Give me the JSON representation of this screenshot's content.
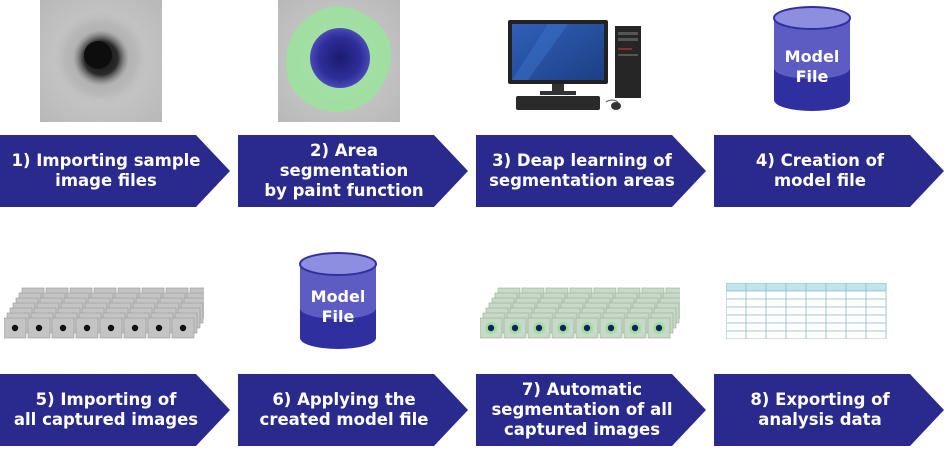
{
  "colors": {
    "arrow_fill": "#2a2a8c",
    "arrow_text": "#ffffff",
    "cylinder_fill": "#2f2fa0",
    "cylinder_top": "#8e8ee0",
    "table_header": "#bfe6ef",
    "table_grid": "#8fb7c3",
    "paint_overlay": "#9be39b"
  },
  "steps": [
    {
      "label": "1) Importing sample\nimage files",
      "icon": "microscope-image"
    },
    {
      "label": "2) Area segmentation\nby paint function",
      "icon": "painted-segmentation-image"
    },
    {
      "label": "3) Deap learning of\nsegmentation areas",
      "icon": "desktop-computer-icon"
    },
    {
      "label": "4) Creation of\nmodel file",
      "icon": "model-file-cylinder-icon"
    },
    {
      "label": "5) Importing of\nall captured images",
      "icon": "image-stack-icon"
    },
    {
      "label": "6) Applying the\ncreated model file",
      "icon": "model-file-cylinder-icon"
    },
    {
      "label": "7) Automatic\nsegmentation of all\ncaptured images",
      "icon": "segmented-image-stack-icon"
    },
    {
      "label": "8) Exporting of\nanalysis data",
      "icon": "data-table-icon"
    }
  ],
  "model_file_label_1": "Model",
  "model_file_label_2": "File"
}
